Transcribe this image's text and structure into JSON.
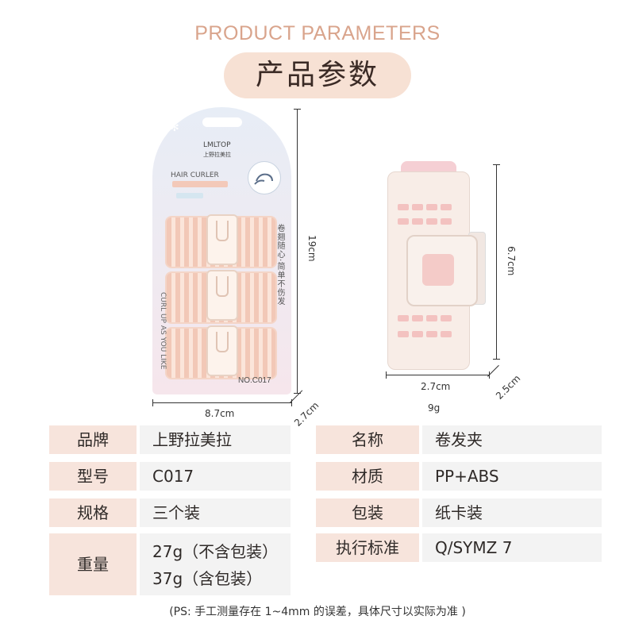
{
  "header": {
    "title_en": "PRODUCT PARAMETERS",
    "title_cn": "产品参数"
  },
  "package": {
    "brand_en": "LMLTOP",
    "brand_cn": "上野拉美拉",
    "product": "HAIR CURLER",
    "vertical_en": "CURL UP AS YOU LIKE",
    "vertical_cn": "卷翘随心·简单不伤发",
    "model_no": "NO.C017"
  },
  "dimensions": {
    "package_height": "19cm",
    "package_width": "8.7cm",
    "package_depth": "2.7cm",
    "curler_height": "6.7cm",
    "curler_width": "2.7cm",
    "curler_depth": "2.5cm",
    "curler_weight": "9g"
  },
  "specs_left": [
    {
      "label": "品牌",
      "value": "上野拉美拉"
    },
    {
      "label": "型号",
      "value": "C017"
    },
    {
      "label": "规格",
      "value": "三个装"
    },
    {
      "label": "重量",
      "values": [
        "27g（不含包装）",
        "37g（含包装）"
      ]
    }
  ],
  "specs_right": [
    {
      "label": "名称",
      "value": "卷发夹"
    },
    {
      "label": "材质",
      "value": "PP+ABS"
    },
    {
      "label": "包装",
      "value": "纸卡装"
    },
    {
      "label": "执行标准",
      "value": "Q/SYMZ 7"
    }
  ],
  "note": "(PS: 手工测量存在 1~4mm 的误差，具体尺寸以实际为准 )"
}
